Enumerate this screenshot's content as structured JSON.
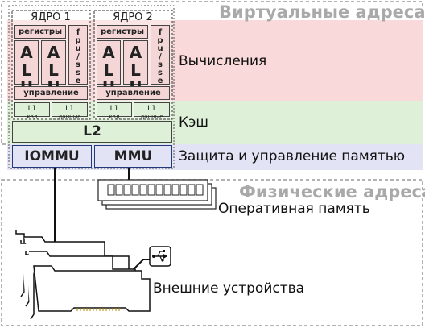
{
  "zones": {
    "virtual_title": "Виртуальные адреса",
    "physical_title": "Физические адреса"
  },
  "cores": [
    {
      "title": "ЯДРО 1",
      "registers": "регистры",
      "alu": [
        "ALU",
        "ALU"
      ],
      "fpu": "fpu/sse",
      "control": "управление",
      "l1_code": {
        "label": "L1",
        "sub": "код"
      },
      "l1_data": {
        "label": "L1",
        "sub": "данные"
      }
    },
    {
      "title": "ЯДРО 2",
      "registers": "регистры",
      "alu": [
        "ALU",
        "ALU"
      ],
      "fpu": "fpu/sse",
      "control": "управление",
      "l1_code": {
        "label": "L1",
        "sub": "код"
      },
      "l1_data": {
        "label": "L1",
        "sub": "данные"
      }
    }
  ],
  "l2": "L2",
  "iommu": "IOMMU",
  "mmu": "MMU",
  "labels": {
    "compute": "Вычисления",
    "cache": "Кэш",
    "protection": "Защита и управление памятью",
    "ram": "Оперативная память",
    "devices": "Внешние устройства"
  },
  "colors": {
    "compute_area": "#f9d9d9",
    "cache_area": "#dff0d8",
    "protection_area": "#e2e3f5",
    "zone_title": "#a9a9a9",
    "zone_border": "#9a9a9a"
  },
  "icons": [
    "usb-icon",
    "ram-module-icon",
    "expansion-card-icon"
  ]
}
